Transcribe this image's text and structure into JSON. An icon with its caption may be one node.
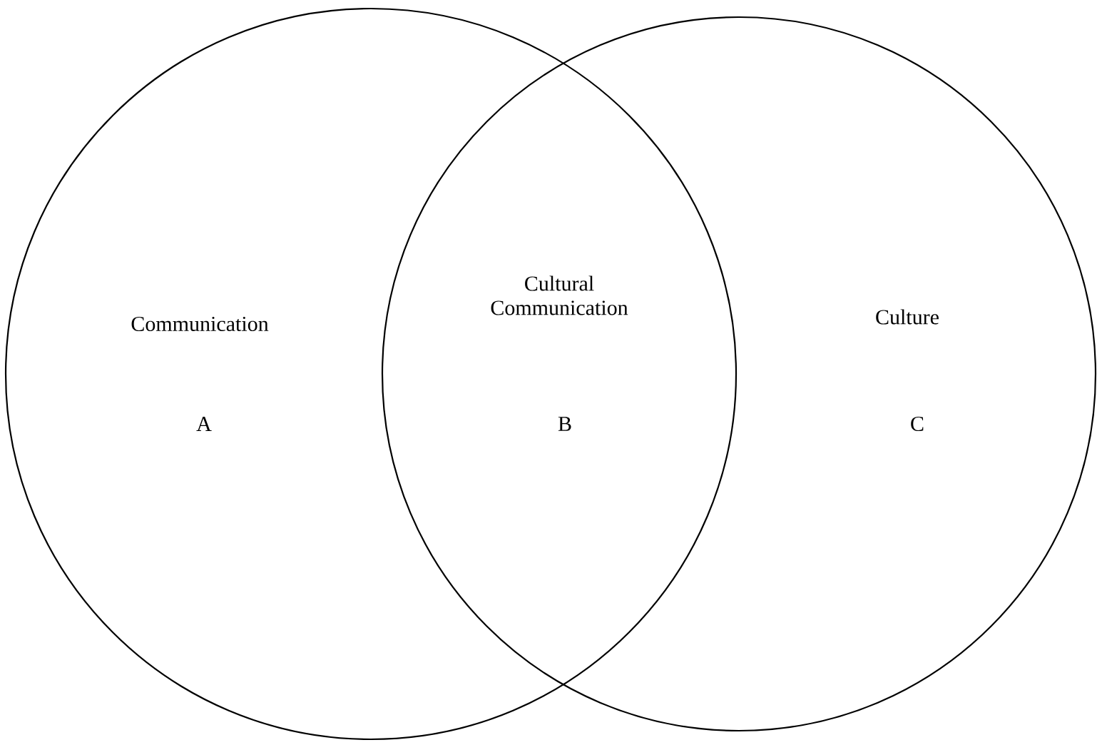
{
  "diagram": {
    "nodes": [
      {
        "text": [
          "Communication",
          "A"
        ]
      },
      {
        "text": [
          "Culture",
          "C"
        ]
      }
    ],
    "labels": [
      "Cultural Communication",
      "B"
    ]
  }
}
